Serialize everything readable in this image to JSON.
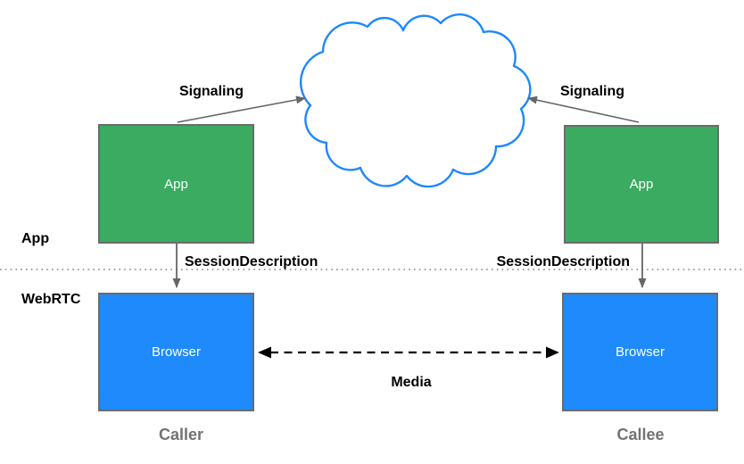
{
  "nodes": {
    "caller_app": {
      "label": "App"
    },
    "callee_app": {
      "label": "App"
    },
    "caller_browser": {
      "label": "Browser"
    },
    "callee_browser": {
      "label": "Browser"
    }
  },
  "labels": {
    "signaling_left": "Signaling",
    "signaling_right": "Signaling",
    "session_description_left": "SessionDescription",
    "session_description_right": "SessionDescription",
    "media": "Media",
    "layer_app": "App",
    "layer_webrtc": "WebRTC",
    "caller": "Caller",
    "callee": "Callee"
  },
  "colors": {
    "app_box_fill": "#3aab61",
    "browser_box_fill": "#1f8afb",
    "box_border": "#6b6b6b",
    "cloud_stroke": "#1e88fd",
    "arrow_gray": "#666666",
    "media_arrow": "#000000",
    "divider": "#808080",
    "node_text": "#ffffff",
    "label_text": "#000000",
    "endpoint_label_text": "#737373"
  }
}
